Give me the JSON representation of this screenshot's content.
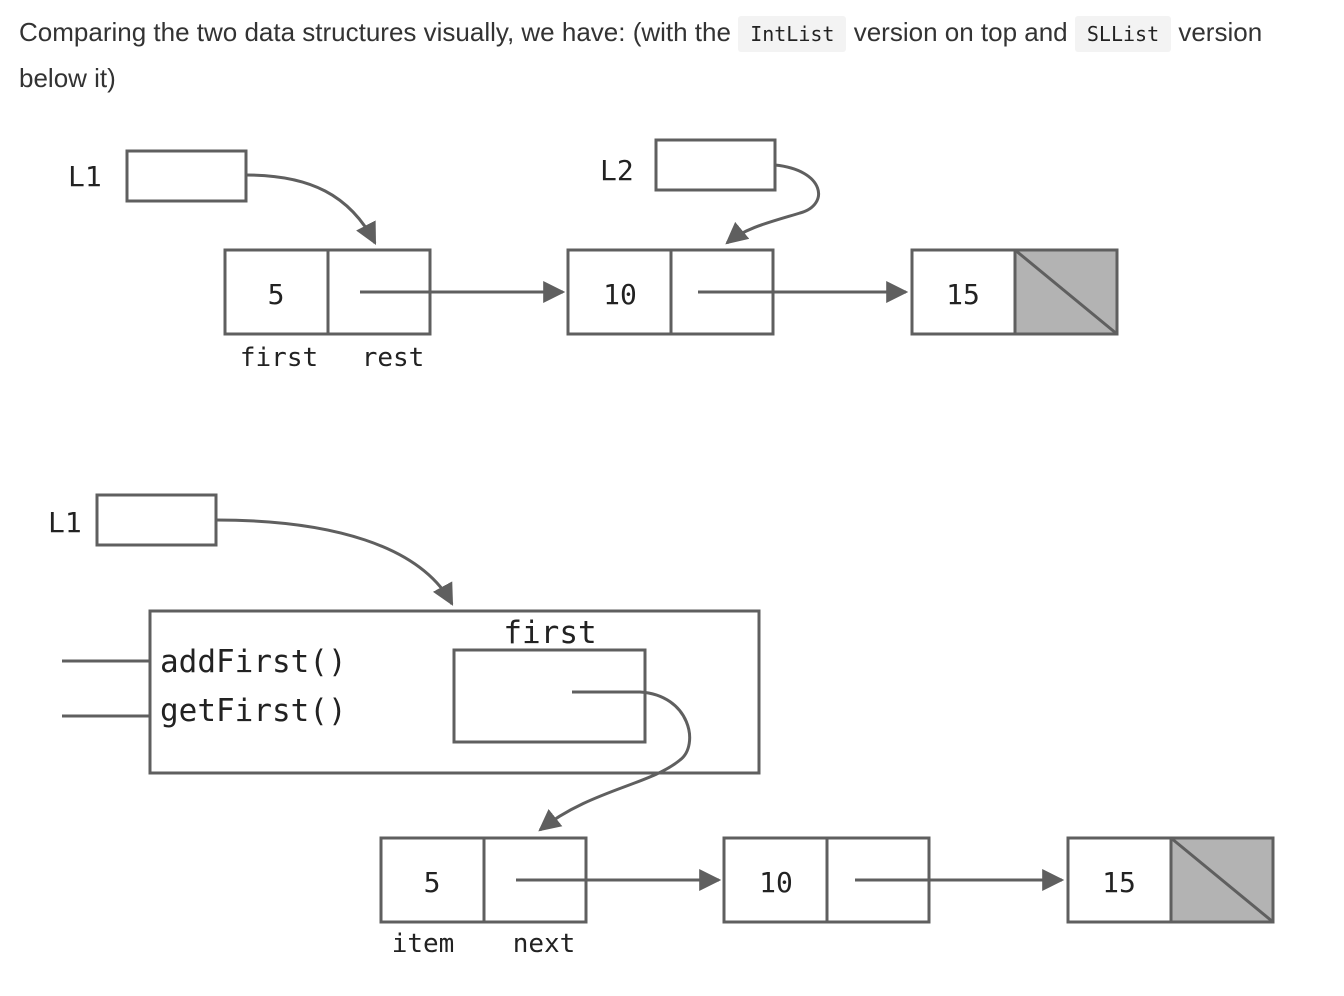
{
  "intro": {
    "text_before": "Comparing the two data structures visually, we have: (with the ",
    "code_intlist": "IntList",
    "text_middle": " version on top and ",
    "code_sllist": "SLList",
    "text_after": " version below it)"
  },
  "top_diagram": {
    "var_l1": "L1",
    "var_l2": "L2",
    "node_values": [
      "5",
      "10",
      "15"
    ],
    "field_first": "first",
    "field_rest": "rest"
  },
  "bottom_diagram": {
    "var_l1": "L1",
    "method_add_first": "addFirst()",
    "method_get_first": "getFirst()",
    "field_first": "first",
    "node_values": [
      "5",
      "10",
      "15"
    ],
    "field_item": "item",
    "field_next": "next"
  },
  "colors": {
    "line": "#5f5f5f",
    "null_fill": "#b3b3b3",
    "text": "#333333"
  }
}
